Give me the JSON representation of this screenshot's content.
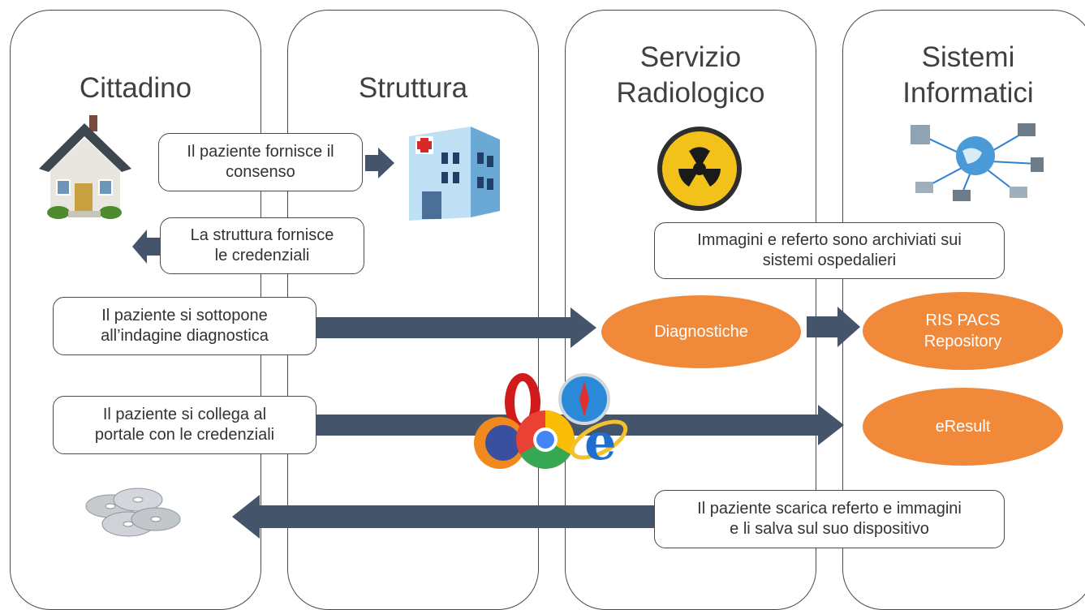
{
  "lanes": {
    "cittadino": "Cittadino",
    "struttura": "Struttura",
    "servizio_line1": "Servizio",
    "servizio_line2": "Radiologico",
    "sistemi_line1": "Sistemi",
    "sistemi_line2": "Informatici"
  },
  "boxes": {
    "consenso_line1": "Il paziente fornisce il",
    "consenso_line2": "consenso",
    "credenziali_line1": "La struttura fornisce",
    "credenziali_line2": "le credenziali",
    "archiviati_line1": "Immagini e referto sono archiviati sui",
    "archiviati_line2": "sistemi ospedalieri",
    "indagine_line1": "Il paziente si sottopone",
    "indagine_line2": "all’indagine diagnostica",
    "collega_line1": "Il paziente si collega al",
    "collega_line2": "portale con le credenziali",
    "scarica_line1": "Il paziente scarica referto e immagini",
    "scarica_line2": "e li salva sul suo dispositivo"
  },
  "nodes": {
    "diagnostiche": "Diagnostiche",
    "ris_line1": "RIS PACS",
    "ris_line2": "Repository",
    "eresult": "eResult"
  },
  "icons": [
    "house-icon",
    "hospital-icon",
    "radiation-icon",
    "network-icon",
    "browsers-icon",
    "discs-icon"
  ],
  "colors": {
    "arrow": "#44546a",
    "node": "#f08a3a",
    "outline": "#4a4a4a"
  }
}
